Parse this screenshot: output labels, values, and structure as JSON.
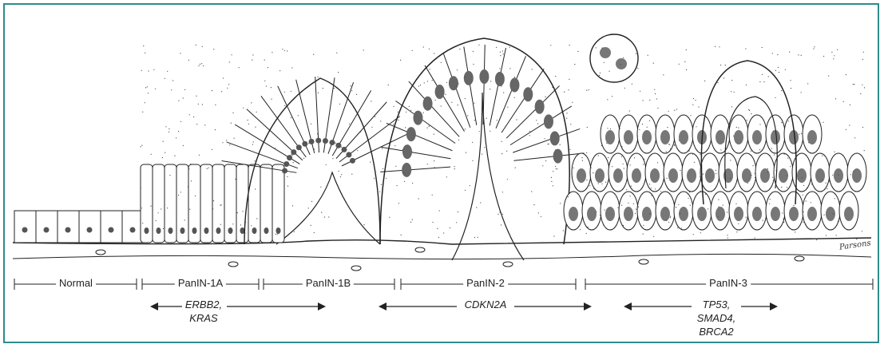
{
  "stages": [
    {
      "label": "Normal"
    },
    {
      "label": "PanIN-1A"
    },
    {
      "label": "PanIN-1B"
    },
    {
      "label": "PanIN-2"
    },
    {
      "label": "PanIN-3"
    }
  ],
  "genes": [
    {
      "lines": [
        "ERBB2,",
        "KRAS"
      ]
    },
    {
      "lines": [
        "CDKN2A"
      ]
    },
    {
      "lines": [
        "TP53,",
        "SMAD4,",
        "BRCA2"
      ]
    }
  ],
  "signature": "Parsons",
  "colors": {
    "frame": "#2e8b8b",
    "ink": "#222222"
  }
}
